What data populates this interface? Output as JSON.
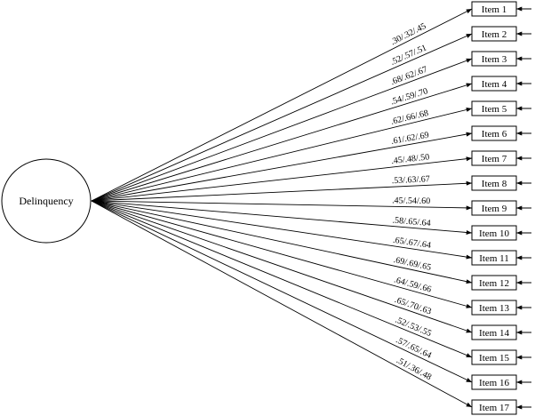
{
  "latent": {
    "label": "Delinquency"
  },
  "items": [
    {
      "label": "Item 1",
      "loadings": ".30/.32/.45"
    },
    {
      "label": "Item 2",
      "loadings": ".52/.57/.51"
    },
    {
      "label": "Item 3",
      "loadings": ".68/.62/.67"
    },
    {
      "label": "Item 4",
      "loadings": ".54/.59/.70"
    },
    {
      "label": "Item 5",
      "loadings": ".62/.66/.68"
    },
    {
      "label": "Item 6",
      "loadings": ".61/.62/.69"
    },
    {
      "label": "Item 7",
      "loadings": ".45/.48/.50"
    },
    {
      "label": "Item 8",
      "loadings": ".53/.63/.67"
    },
    {
      "label": "Item 9",
      "loadings": ".45/.54/.60"
    },
    {
      "label": "Item 10",
      "loadings": ".58/.65/.64"
    },
    {
      "label": "Item 11",
      "loadings": ".65/.67/.64"
    },
    {
      "label": "Item 12",
      "loadings": ".69/.69/.65"
    },
    {
      "label": "Item 13",
      "loadings": ".64/.59/.66"
    },
    {
      "label": "Item 14",
      "loadings": ".65/.70/.63"
    },
    {
      "label": "Item 15",
      "loadings": ".52/.53/.55"
    },
    {
      "label": "Item 16",
      "loadings": ".57/.65/.64"
    },
    {
      "label": "Item 17",
      "loadings": ".51/.36/.48"
    }
  ]
}
